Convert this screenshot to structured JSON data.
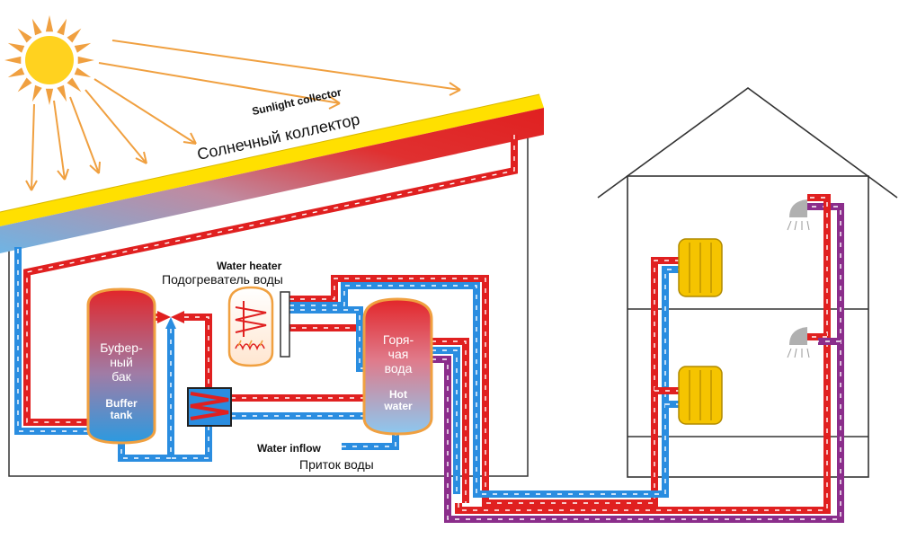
{
  "labels": {
    "collector_en": "Sunlight collector",
    "collector_ru": "Солнечный коллектор",
    "heater_en": "Water heater",
    "heater_ru": "Подогреватель воды",
    "buffer_ru_1": "Буфер-",
    "buffer_ru_2": "ный",
    "buffer_ru_3": "бак",
    "buffer_en_1": "Buffer",
    "buffer_en_2": "tank",
    "hot_ru_1": "Горя-",
    "hot_ru_2": "чая",
    "hot_ru_3": "вода",
    "hot_en_1": "Hot",
    "hot_en_2": "water",
    "inflow_en": "Water inflow",
    "inflow_ru": "Приток воды"
  },
  "colors": {
    "hot_pipe": "#e02020",
    "cold_pipe": "#2a8de0",
    "circulation_pipe": "#8b2d8b",
    "sun": "#ffd21f",
    "sun_rays": "#f0a040",
    "collector_yellow": "#ffe000",
    "radiator": "#f5c400",
    "outline": "#333333"
  }
}
